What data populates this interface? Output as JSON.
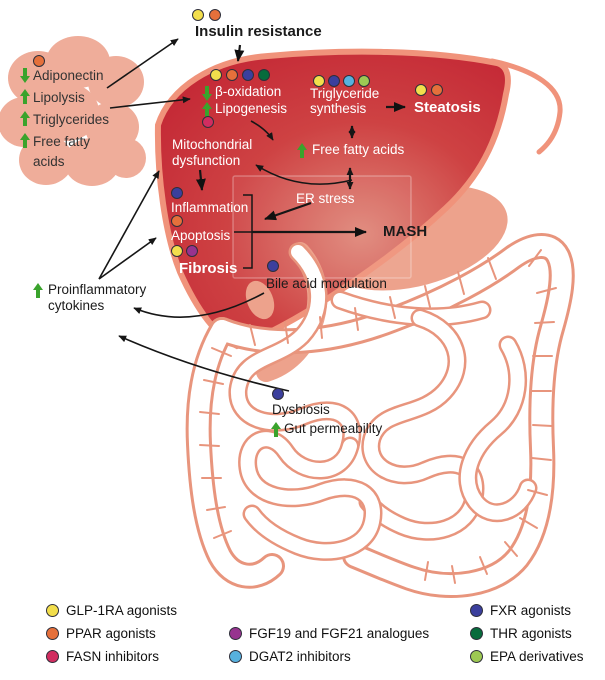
{
  "colors": {
    "glp1ra": "#F2DE4C",
    "ppar": "#E5703B",
    "fasn": "#D12D60",
    "fgf": "#97338F",
    "dgat2": "#57B1DE",
    "fxr": "#3B3F9D",
    "thr": "#076B3C",
    "epa": "#9DC853",
    "dot_stroke": "#2F2F3A",
    "green": "#3AA32C",
    "liver_edge": "#F0937B",
    "liver_deep": "#C01E30",
    "liver_mid": "#CE4243",
    "liver_light": "#E0887A",
    "adipose": "#EFAD9A",
    "intestine": "#E8957D",
    "duodenum": "#EDA28C"
  },
  "insulin_resistance": {
    "label": "Insulin resistance",
    "dots": [
      "glp1ra",
      "ppar"
    ]
  },
  "adipose": {
    "dots": [
      "ppar"
    ],
    "rows": [
      {
        "arrow": "down",
        "label": "Adiponectin"
      },
      {
        "arrow": "up",
        "label": "Lipolysis"
      },
      {
        "arrow": "up",
        "label": "Triglycerides"
      },
      {
        "arrow": "up",
        "label": "Free fatty acids"
      }
    ]
  },
  "liver": {
    "beta_oxidation": {
      "label": "β-oxidation",
      "arrow": "down",
      "dots": [
        "glp1ra",
        "ppar",
        "fxr",
        "thr"
      ],
      "dots_below": [
        "fasn"
      ]
    },
    "lipogenesis": {
      "label": "Lipogenesis",
      "arrow": "up"
    },
    "triglyceride_synthesis": {
      "label": "Triglyceride synthesis",
      "dots": [
        "glp1ra",
        "fxr",
        "dgat2",
        "epa"
      ]
    },
    "steatosis": {
      "label": "Steatosis",
      "dots": [
        "glp1ra",
        "ppar"
      ]
    },
    "mitochondrial_dysfunction": {
      "label": "Mitochondrial dysfunction"
    },
    "free_fatty_acids": {
      "label": "Free fatty acids",
      "arrow": "up"
    },
    "er_stress": {
      "label": "ER stress"
    },
    "inflammation": {
      "label": "Inflammation",
      "dots_above": [
        "fxr"
      ],
      "dots_below": [
        "ppar"
      ]
    },
    "apoptosis": {
      "label": "Apoptosis",
      "dots_below": [
        "glp1ra",
        "fgf"
      ]
    },
    "fibrosis": {
      "label": "Fibrosis"
    }
  },
  "mash": {
    "label": "MASH"
  },
  "bile_acid_modulation": {
    "label": "Bile acid modulation",
    "dots": [
      "fxr"
    ]
  },
  "proinflammatory_cytokines": {
    "label": "Proinflammatory cytokines",
    "arrow": "up"
  },
  "intestine": {
    "dysbiosis": {
      "label": "Dysbiosis",
      "dots": [
        "fxr"
      ]
    },
    "gut_permeability": {
      "label": "Gut permeability",
      "arrow": "up"
    }
  },
  "legend": {
    "items": [
      {
        "dot": [
          "glp1ra"
        ],
        "label": "GLP-1RA agonists"
      },
      {
        "dot": [
          "ppar"
        ],
        "label": "PPAR agonists"
      },
      {
        "dot": [
          "fasn"
        ],
        "label": "FASN inhibitors"
      },
      {
        "dot": [
          "fgf"
        ],
        "label": "FGF19 and FGF21 analogues"
      },
      {
        "dot": [
          "dgat2"
        ],
        "label": "DGAT2 inhibitors"
      },
      {
        "dot": [
          "fxr"
        ],
        "label": "FXR agonists"
      },
      {
        "dot": [
          "thr"
        ],
        "label": "THR agonists"
      },
      {
        "dot": [
          "epa"
        ],
        "label": "EPA derivatives"
      }
    ]
  }
}
